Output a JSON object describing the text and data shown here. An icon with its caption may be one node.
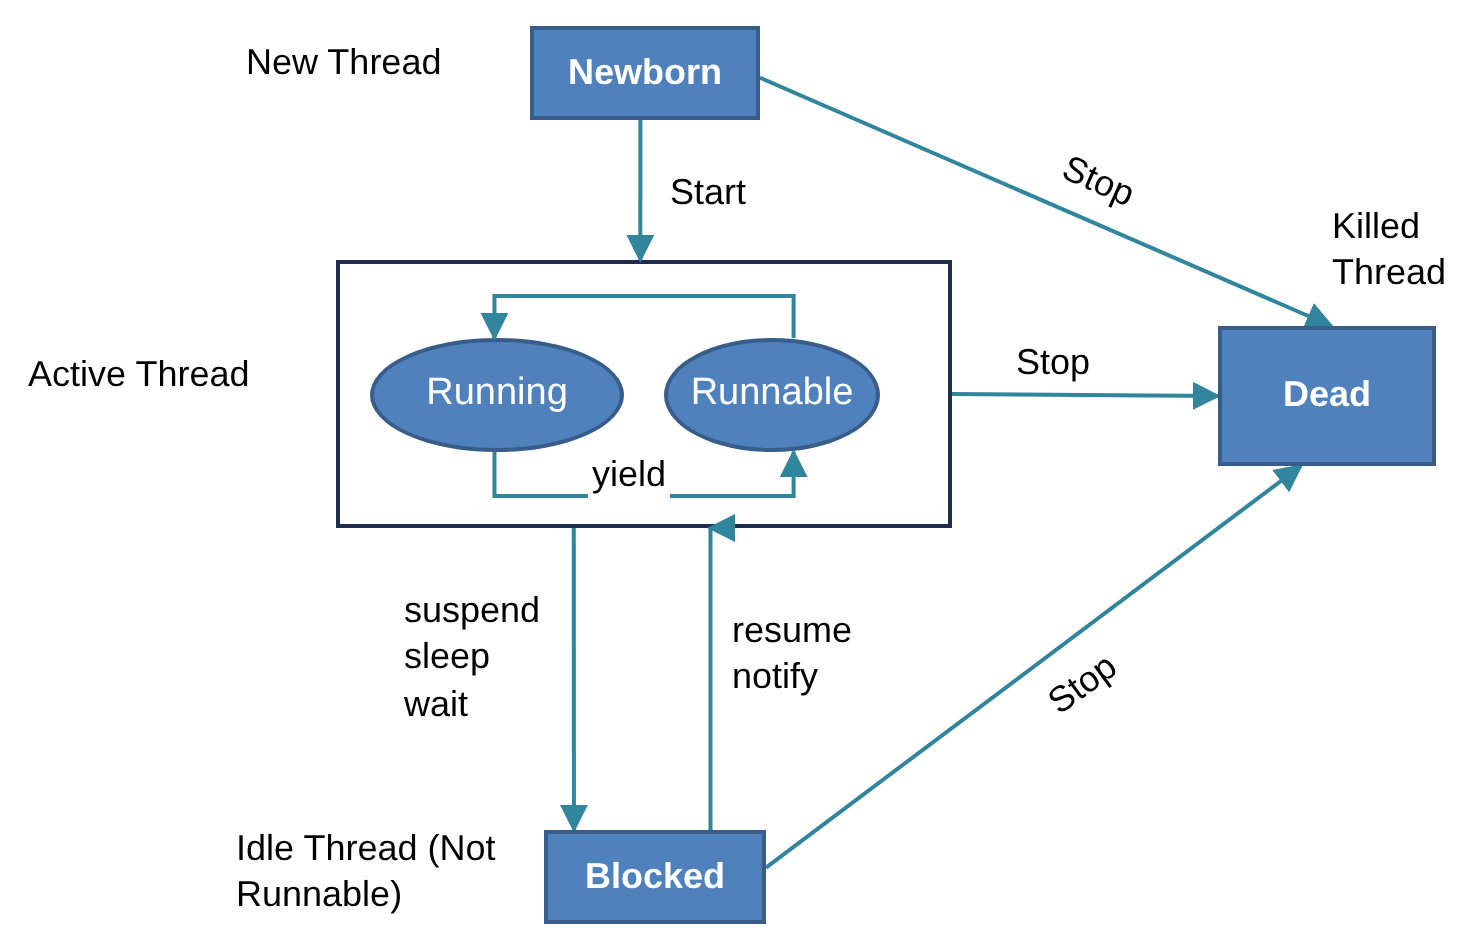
{
  "diagram": {
    "nodes": [
      {
        "text": [
          "Newborn"
        ],
        "beside": [
          "New Thread"
        ]
      },
      {
        "text": [],
        "shape": "box",
        "beside": [
          "Active Thread"
        ]
      },
      {
        "text": [
          "Running"
        ],
        "in": 1
      },
      {
        "text": [
          "Runnable"
        ],
        "in": 1
      },
      {
        "text": [
          "Dead"
        ],
        "beside": [
          "Killed Thread"
        ]
      },
      {
        "text": [
          "Blocked"
        ],
        "beside": [
          "Idle Thread (Not Runnable)"
        ]
      }
    ],
    "edges": [
      {
        "from": 0,
        "to": 1,
        "arrow": "to",
        "label": "Start"
      },
      {
        "from": 0,
        "to": 4,
        "arrow": "to",
        "label": "Stop"
      },
      {
        "from": 3,
        "to": 2,
        "arrow": "to"
      },
      {
        "from": 2,
        "to": 3,
        "arrow": "to",
        "label": "yield"
      },
      {
        "from": 1,
        "to": 4,
        "arrow": "to",
        "label": "Stop"
      },
      {
        "from": 1,
        "to": 5,
        "arrow": "to",
        "label": "suspend sleep wait"
      },
      {
        "from": 5,
        "to": 1,
        "arrow": "to",
        "label": "resume notify"
      },
      {
        "from": 5,
        "to": 4,
        "arrow": "to",
        "label": "Stop"
      }
    ]
  }
}
